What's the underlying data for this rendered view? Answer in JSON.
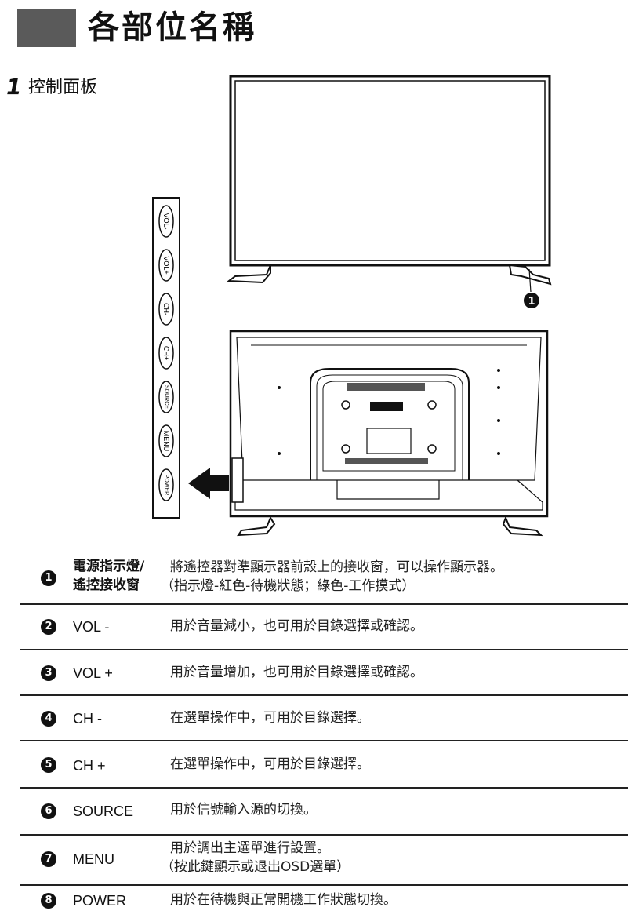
{
  "header": {
    "title": "各部位名稱"
  },
  "section": {
    "number": "1",
    "label": "控制面板"
  },
  "panel_buttons": [
    "VOL-",
    "VOL+",
    "CH-",
    "CH+",
    "SOURCE",
    "MENU",
    "POWER"
  ],
  "callout": "1",
  "items": [
    {
      "num": "1",
      "name_line1": "電源指示燈/",
      "name_line2": "遙控接收窗",
      "desc_line1": "將遙控器對準顯示器前殼上的接收窗，可以操作顯示器。",
      "desc_line2": "（指示燈-紅色-待機狀態；綠色-工作摸式）"
    },
    {
      "num": "2",
      "name": "VOL -",
      "desc": "用於音量減小，也可用於目錄選擇或確認。"
    },
    {
      "num": "3",
      "name": "VOL +",
      "desc": "用於音量增加，也可用於目錄選擇或確認。"
    },
    {
      "num": "4",
      "name": "CH -",
      "desc": "在選單操作中，可用於目錄選擇。"
    },
    {
      "num": "5",
      "name": "CH +",
      "desc": "在選單操作中，可用於目錄選擇。"
    },
    {
      "num": "6",
      "name": "SOURCE",
      "desc": "用於信號輸入源的切換。"
    },
    {
      "num": "7",
      "name": "MENU",
      "desc_line1": "用於調出主選單進行設置。",
      "desc_line2": "（按此鍵顯示或退出OSD選單）"
    },
    {
      "num": "8",
      "name": "POWER",
      "desc": "用於在待機與正常開機工作狀態切換。"
    }
  ]
}
